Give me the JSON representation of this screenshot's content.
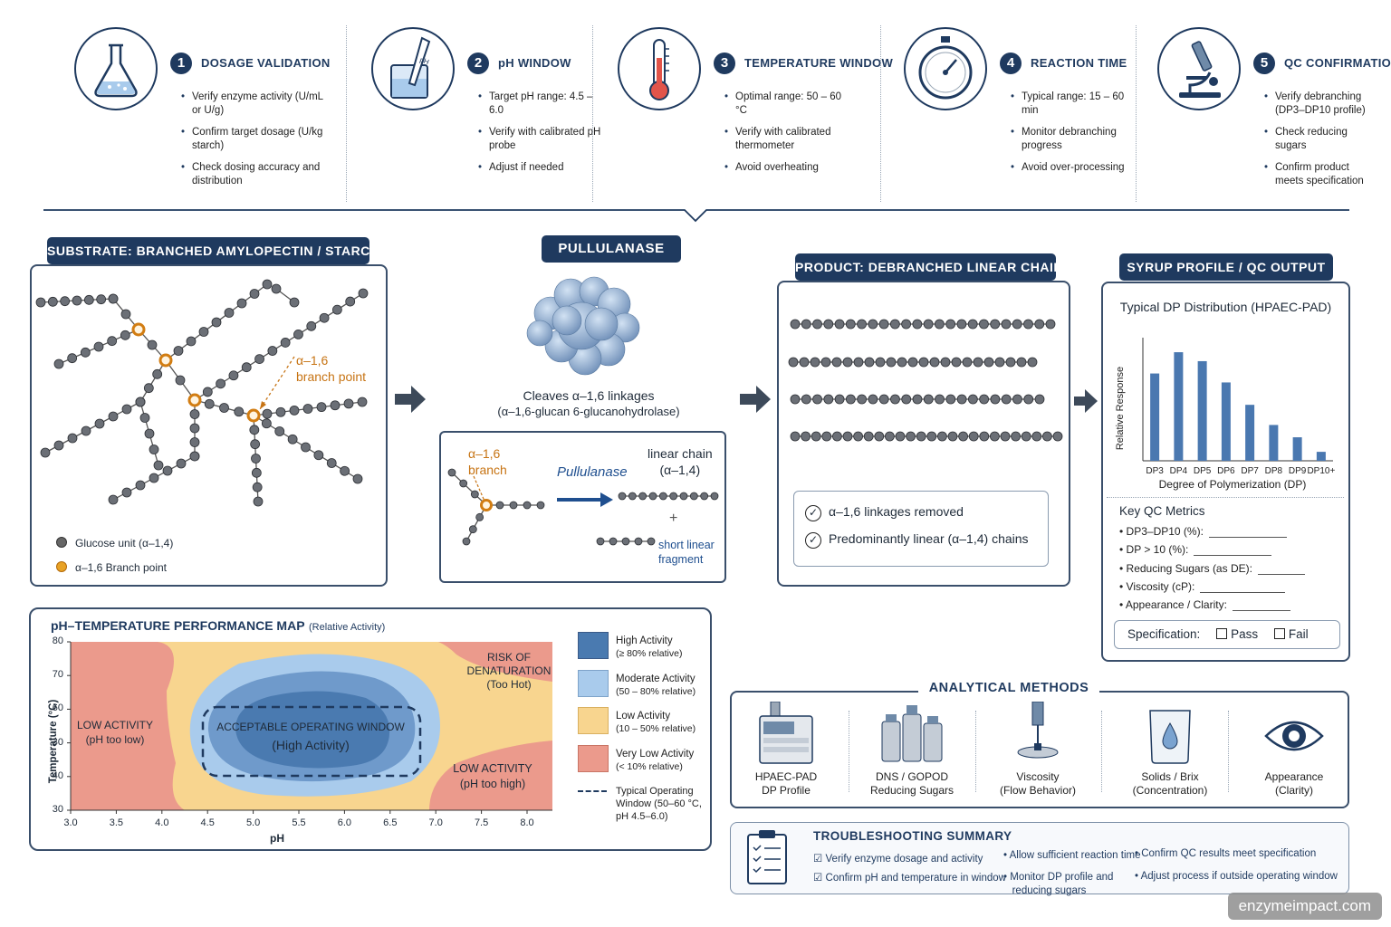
{
  "steps": [
    {
      "num": "1",
      "title": "DOSAGE VALIDATION",
      "bullets": [
        "Verify enzyme activity (U/mL or U/g)",
        "Confirm target dosage (U/kg starch)",
        "Check dosing accuracy and distribution"
      ]
    },
    {
      "num": "2",
      "title": "pH WINDOW",
      "bullets": [
        "Target pH range: 4.5 – 6.0",
        "Verify with calibrated pH probe",
        "Adjust if needed"
      ]
    },
    {
      "num": "3",
      "title": "TEMPERATURE WINDOW",
      "bullets": [
        "Optimal range: 50 – 60 °C",
        "Verify with calibrated thermometer",
        "Avoid overheating"
      ]
    },
    {
      "num": "4",
      "title": "REACTION TIME",
      "bullets": [
        "Typical range: 15 – 60 min",
        "Monitor debranching progress",
        "Avoid over-processing"
      ]
    },
    {
      "num": "5",
      "title": "QC CONFIRMATION",
      "bullets": [
        "Verify debranching (DP3–DP10 profile)",
        "Check reducing sugars",
        "Confirm product meets specification"
      ]
    }
  ],
  "substrate": {
    "header": "SUBSTRATE: BRANCHED AMYLOPECTIN / STARCH",
    "branch_label_1": "α–1,6",
    "branch_label_2": "branch point",
    "legend_glucose": "Glucose unit (α–1,4)",
    "legend_branch": "α–1,6 Branch point"
  },
  "enzyme": {
    "header": "PULLULANASE",
    "caption_1": "Cleaves α–1,6 linkages",
    "caption_2": "(α–1,6-glucan 6-glucanohydrolase)",
    "mech_branch_1": "α–1,6",
    "mech_branch_2": "branch",
    "mech_enzyme": "Pullulanase",
    "mech_linear_1": "linear chain",
    "mech_linear_2": "(α–1,4)",
    "mech_plus": "+",
    "mech_short_1": "short linear",
    "mech_short_2": "fragment"
  },
  "product": {
    "header": "PRODUCT: DEBRANCHED LINEAR CHAINS",
    "check_1": "α–1,6 linkages removed",
    "check_2": "Predominantly linear (α–1,4) chains"
  },
  "syrup": {
    "header": "SYRUP PROFILE / QC OUTPUT",
    "key_title": "Key QC Metrics",
    "metrics": [
      "DP3–DP10 (%):",
      "DP > 10 (%):",
      "Reducing Sugars (as DE):",
      "Viscosity (cP):",
      "Appearance / Clarity:"
    ],
    "spec_label": "Specification:",
    "pass": "Pass",
    "fail": "Fail"
  },
  "chart_data": {
    "type": "bar",
    "title": "Typical DP Distribution (HPAEC-PAD)",
    "xlabel": "Degree of Polymerization (DP)",
    "ylabel": "Relative Response",
    "categories": [
      "DP3",
      "DP4",
      "DP5",
      "DP6",
      "DP7",
      "DP8",
      "DP9",
      "DP10+"
    ],
    "values": [
      78,
      97,
      89,
      70,
      50,
      32,
      21,
      8
    ],
    "ylim": [
      0,
      110
    ],
    "grid": false,
    "color": "#4a78b0"
  },
  "ph_map": {
    "title": "pH–TEMPERATURE PERFORMANCE MAP",
    "subtitle": "(Relative Activity)",
    "xlabel": "pH",
    "ylabel": "Temperature (°C)",
    "xticks": [
      "3.0",
      "3.5",
      "4.0",
      "4.5",
      "5.0",
      "5.5",
      "6.0",
      "6.5",
      "7.0",
      "7.5",
      "8.0"
    ],
    "yticks": [
      "80",
      "70",
      "60",
      "30",
      "40",
      "30"
    ],
    "zone_low_1": "LOW ACTIVITY",
    "zone_low_2": "(pH too low)",
    "zone_window_1": "ACCEPTABLE OPERATING WINDOW",
    "zone_window_2": "(High Activity)",
    "zone_risk_1": "RISK OF",
    "zone_risk_2": "DENATURATION",
    "zone_risk_3": "(Too Hot)",
    "zone_high_1": "LOW ACTIVITY",
    "zone_high_2": "(pH too high)",
    "legend": [
      {
        "l1": "High Activity",
        "l2": "(≥ 80% relative)",
        "color": "#4a7ab0"
      },
      {
        "l1": "Moderate Activity",
        "l2": "(50 – 80% relative)",
        "color": "#a9cbec"
      },
      {
        "l1": "Low Activity",
        "l2": "(10 – 50% relative)",
        "color": "#f8d58f"
      },
      {
        "l1": "Very Low Activity",
        "l2": "(< 10% relative)",
        "color": "#eb9a8c"
      }
    ],
    "legend_window_1": "Typical Operating",
    "legend_window_2": "Window (50–60 °C,",
    "legend_window_3": "pH 4.5–6.0)"
  },
  "methods": {
    "header": "ANALYTICAL METHODS",
    "items": [
      {
        "l1": "HPAEC-PAD",
        "l2": "DP Profile"
      },
      {
        "l1": "DNS / GOPOD",
        "l2": "Reducing Sugars"
      },
      {
        "l1": "Viscosity",
        "l2": "(Flow Behavior)"
      },
      {
        "l1": "Solids / Brix",
        "l2": "(Concentration)"
      },
      {
        "l1": "Appearance",
        "l2": "(Clarity)"
      }
    ]
  },
  "troubleshooting": {
    "header": "TROUBLESHOOTING SUMMARY",
    "c1a": "Verify enzyme dosage and activity",
    "c1b": "Confirm pH and temperature in window",
    "c2a": "Allow sufficient reaction time",
    "c2b_1": "Monitor DP profile and",
    "c2b_2": "reducing sugars",
    "c3a": "Confirm QC results meet specification",
    "c3b": "Adjust process if outside operating window"
  },
  "footer": "enzymeimpact.com"
}
